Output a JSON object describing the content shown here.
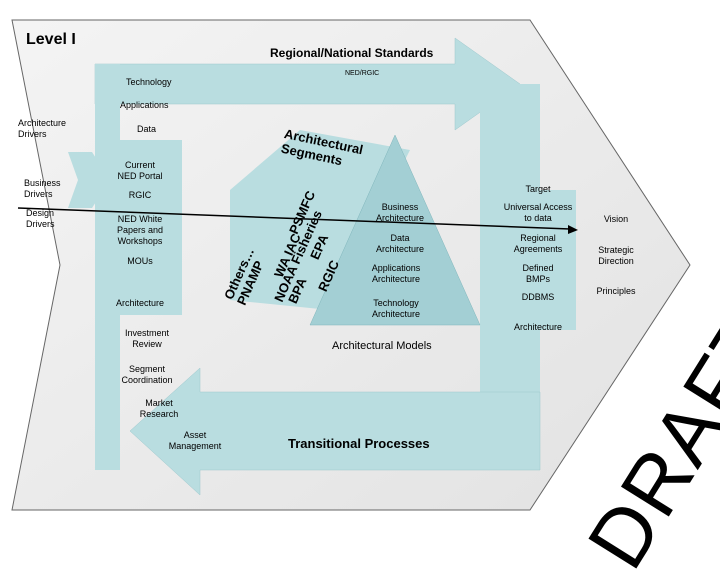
{
  "title": "Level I",
  "header": "Regional/National Standards",
  "ned_rgic": "NED/RGIC",
  "technology": "Technology",
  "applications": "Applications",
  "data": "Data",
  "architecture_drivers": "Architecture\nDrivers",
  "business_drivers": "Business\nDrivers",
  "design_drivers": "Design\nDrivers",
  "architectural_segments": "Architectural\nSegments",
  "left_column": {
    "current_ned_portal": "Current\nNED Portal",
    "rgic": "RGIC",
    "ned_white_papers": "NED White\nPapers and\nWorkshops",
    "mous": "MOUs",
    "architecture": "Architecture"
  },
  "rotated_agencies": [
    "Others…",
    "PNAMP",
    "PSMFC",
    "NOAA Fisheries",
    "WA IAC",
    "EPA",
    "BPA",
    "RGIC"
  ],
  "pyramid": {
    "business": "Business\nArchitecture",
    "data": "Data\nArchitecture",
    "applications": "Applications\nArchitecture",
    "technology": "Technology\nArchitecture"
  },
  "target": {
    "label": "Target",
    "items": [
      "Universal Access\nto data",
      "Regional\nAgreements",
      "Defined\nBMPs",
      "DDBMS"
    ],
    "architecture": "Architecture"
  },
  "right_column": {
    "vision": "Vision",
    "strategic_direction": "Strategic\nDirection",
    "principles": "Principles"
  },
  "architectural_models": "Architectural Models",
  "transitional": {
    "investment_review": "Investment\nReview",
    "segment_coordination": "Segment\nCoordination",
    "market_research": "Market\nResearch",
    "asset_management": "Asset\nManagement",
    "label": "Transitional Processes"
  },
  "watermark": "DRAFT",
  "colors": {
    "band": "#b9dde0",
    "band_dark": "#8fc4c9",
    "backdrop": "#e6e6e6",
    "border": "#555555"
  }
}
